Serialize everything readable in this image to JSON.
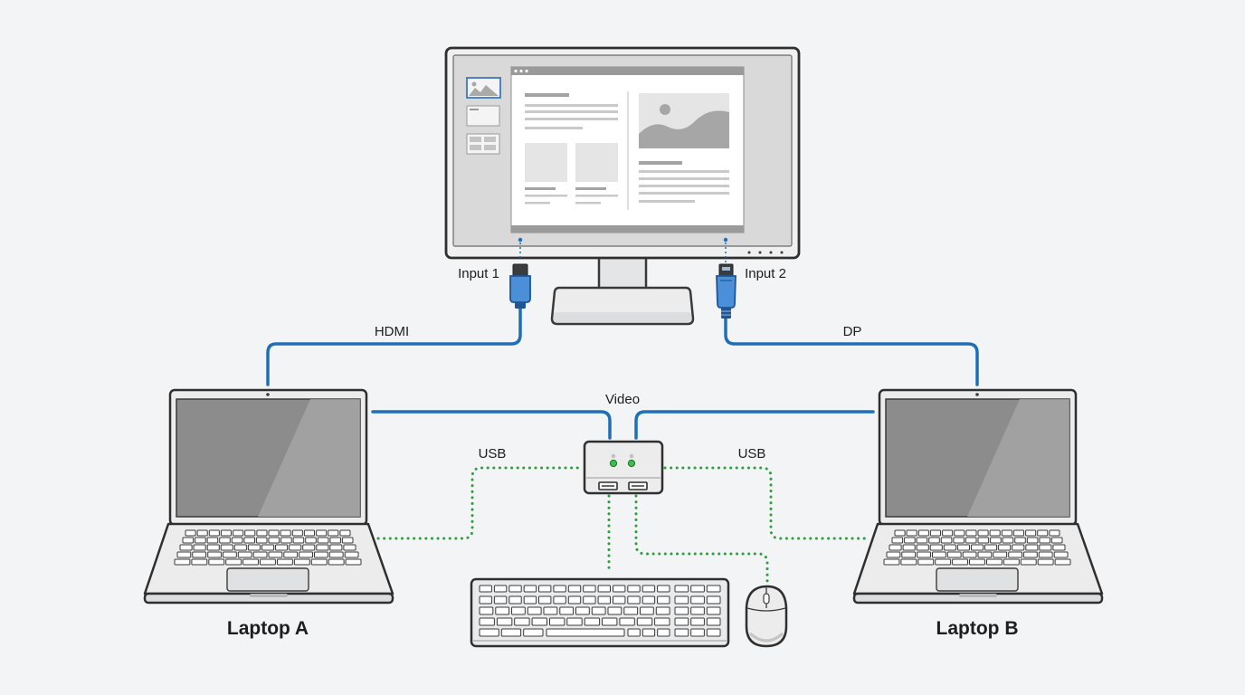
{
  "labels": {
    "input1": "Input 1",
    "input2": "Input 2",
    "hdmi": "HDMI",
    "dp": "DP",
    "video": "Video",
    "usb_left": "USB",
    "usb_right": "USB",
    "laptop_a": "Laptop A",
    "laptop_b": "Laptop B"
  },
  "colors": {
    "background": "#f3f4f5",
    "video_cable": "#1f6fb8",
    "usb_cable": "#2e9e3e",
    "connector": "#4a8fd8",
    "device_outline": "#3a3a3a",
    "device_fill": "#e6e7e8",
    "laptop_screen": "#8c8c8c",
    "led": "#3bbf4b"
  },
  "icons": [
    "monitor-icon",
    "hdmi-connector-icon",
    "displayport-connector-icon",
    "kvm-switch-icon",
    "laptop-icon",
    "keyboard-icon",
    "mouse-icon"
  ]
}
